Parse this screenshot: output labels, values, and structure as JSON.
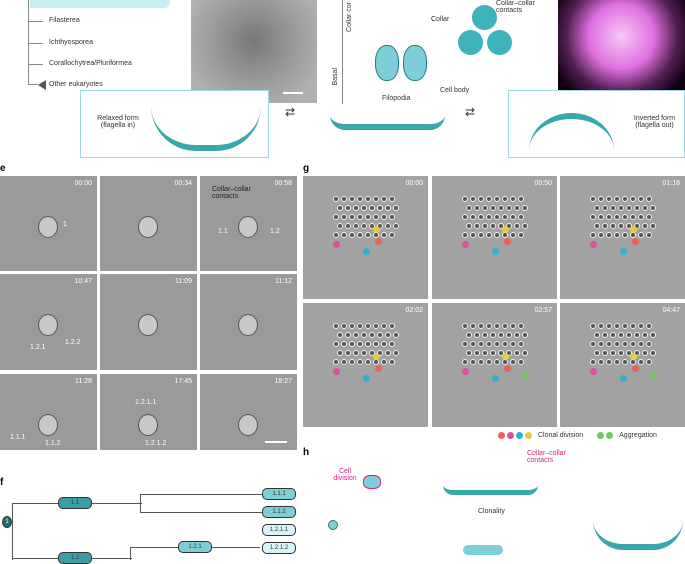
{
  "panel_a": {
    "tree_taxa": [
      "Filasterea",
      "Ichthyosporea",
      "Corallochytrea/Pluriformea",
      "Other eukaryotes"
    ]
  },
  "panel_c": {
    "labels": [
      "Collar",
      "Collar–collar contacts",
      "Cell body",
      "Filopodia",
      "Basal",
      "Collar cor"
    ]
  },
  "panel_forms": {
    "relaxed": "Relaxed form (flagella in)",
    "inverted": "Inverted form (flagella out)"
  },
  "panel_e": {
    "label": "e",
    "frames": [
      {
        "time": "00:00",
        "annotations": [
          "1"
        ]
      },
      {
        "time": "00:34",
        "annotations": []
      },
      {
        "time": "00:58",
        "annotations": [
          "Collar–collar contacts",
          "1.1",
          "1.2"
        ]
      },
      {
        "time": "10:47",
        "annotations": [
          "1.2.1",
          "1.2.2"
        ]
      },
      {
        "time": "11:09",
        "annotations": []
      },
      {
        "time": "11:12",
        "annotations": []
      },
      {
        "time": "11:28",
        "annotations": [
          "1.1.1",
          "1.1.2"
        ]
      },
      {
        "time": "17:45",
        "annotations": [
          "1.2.1.1",
          "1.2.1.2"
        ]
      },
      {
        "time": "18:27",
        "annotations": []
      }
    ]
  },
  "panel_g": {
    "label": "g",
    "frames": [
      "00:00",
      "00:50",
      "01:18",
      "02:02",
      "02:57",
      "04:47"
    ],
    "legend": {
      "clonal": "Clonal division",
      "aggregation": "Aggregation"
    },
    "colors": {
      "red": "#f0605a",
      "pink": "#e0509a",
      "cyan": "#30b0d0",
      "yellow": "#e0d040",
      "green": "#70c860"
    }
  },
  "panel_f": {
    "label": "f",
    "nodes": [
      "1",
      "1.1",
      "1.2",
      "1.1.1",
      "1.1.2",
      "1.2.1",
      "1.2.1.1",
      "1.2.1.2"
    ]
  },
  "panel_h": {
    "label": "h",
    "cell_division": "Cell division",
    "collar_contacts": "Collar–collar contacts",
    "clonality": "Clonality"
  },
  "colors": {
    "teal": "#3aa7ad",
    "light_teal": "#7ccfd6",
    "magenta": "#d0267e"
  }
}
